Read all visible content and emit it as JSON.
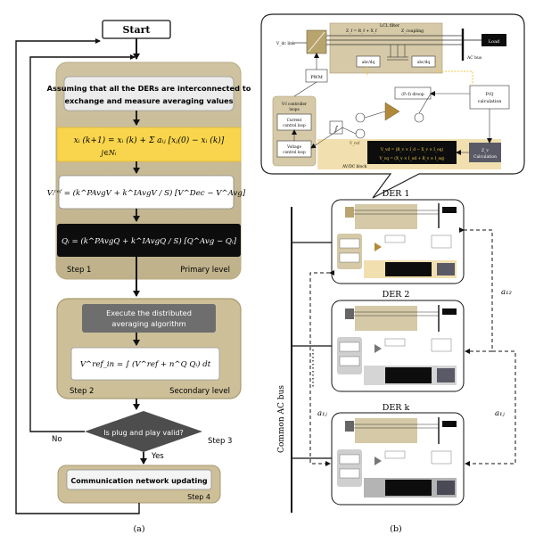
{
  "left": {
    "start": "Start",
    "assume": [
      "Assuming that all the DERs are interconnected to",
      "exchange and measure averaging values"
    ],
    "eq1": "xᵢ (k+1) = xᵢ (k) + Σ aᵢⱼ [xⱼ(0) − xᵢ (k)]",
    "eq1_sub": "j∈Nᵢ",
    "eq2": "Vᵢʳᵉᶠ = (k^PAvgV + k^IAvgV / S) [V^Dec − V^Avg]",
    "eq3": "Qᵢ = (k^PAvgQ + k^IAvgQ / S) [Q^Avg − Qᵢ]",
    "step1": "Step 1",
    "primary": "Primary level",
    "dist": [
      "Execute the distributed",
      "averaging algorithm"
    ],
    "eq4": "V^ref_in = ∫ (V^ref + n^Q Qᵢ) dt",
    "step2": "Step 2",
    "secondary": "Secondary level",
    "decision": "Is plug and play valid?",
    "no": "No",
    "step3": "Step 3",
    "yes": "Yes",
    "comm": "Communication network updating",
    "step4": "Step 4",
    "caption": "(a)"
  },
  "right": {
    "detail": {
      "vdc": "V_dc link",
      "pwm": "PWM",
      "lcl": "LCL filter",
      "zf": "Z_f = R_f + X_f",
      "zcoupling": "Z_coupling",
      "load": "Load",
      "acbus": "AC bus",
      "abc1": "abc/dq",
      "abc2": "abc/dq",
      "pq": [
        "P/Q",
        "calculation"
      ],
      "droop": "(Pᵢ-f) droop",
      "vi": [
        "V-I controller",
        "loops"
      ],
      "current": [
        "Current",
        "control loop"
      ],
      "voltage": [
        "Voltage",
        "control loop"
      ],
      "vref": "V_ref",
      "vd": "V_d",
      "vq": "V_q",
      "zv": [
        "Z_v",
        "Calculation"
      ],
      "avdc": "AV/DC block",
      "eqd": "V_vd = (R_v × I_d − X_v × I_oq)",
      "eqq": "V_vq = (X_v × I_od + R_v × I_oq)",
      "int": "∫"
    },
    "der1": "DER 1",
    "der2": "DER 2",
    "derk": "DER k",
    "bus": "Common AC bus",
    "a12": "a₁₂",
    "a1j_left": "a₁ⱼ",
    "a1j_right": "a₁ⱼ",
    "caption": "(b)"
  },
  "colors": {
    "tan": "#c8bb97",
    "tan_dark": "#a89a72",
    "yellow": "#f8d54c",
    "yellow_soft": "#f6e27a",
    "black": "#0d0d0d",
    "gray_box": "#e9e9e9",
    "dark_gray": "#6e6e6e",
    "diamond": "#4d4d4d"
  }
}
